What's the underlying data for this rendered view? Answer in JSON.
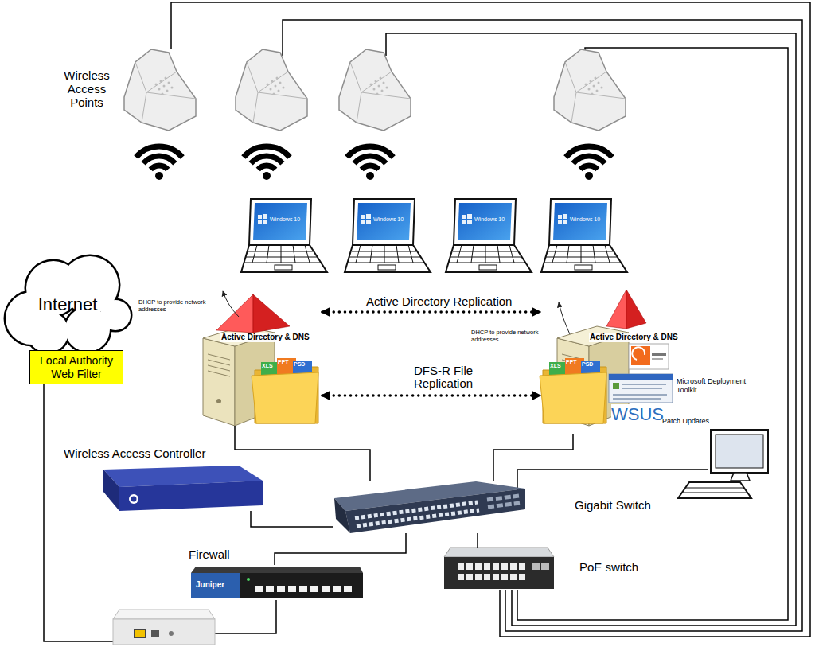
{
  "diagram": {
    "nodes": [
      {
        "text": [
          "Internet"
        ]
      },
      {
        "text": [
          "Local Authority Web Filter"
        ]
      },
      {
        "text": [
          "Active Directory & DNS"
        ]
      },
      {
        "text": [
          "Active Directory & DNS"
        ]
      },
      {
        "text": [
          "Wireless Access Controller"
        ]
      },
      {
        "text": [
          "Gigabit Switch"
        ]
      },
      {
        "text": [
          "Firewall"
        ]
      },
      {
        "text": [
          "PoE switch"
        ]
      }
    ],
    "edges": [
      {
        "from": 2,
        "to": 3,
        "arrow": "both",
        "label": "Active Directory Replication"
      },
      {
        "from": 2,
        "to": 3,
        "arrow": "both",
        "label": "DFS-R File Replication"
      },
      {
        "from": 2,
        "to": 5,
        "arrow": "none"
      },
      {
        "from": 3,
        "to": 5,
        "arrow": "none"
      },
      {
        "from": 4,
        "to": 5,
        "arrow": "none"
      },
      {
        "from": 5,
        "to": 6,
        "arrow": "none"
      },
      {
        "from": 7,
        "to": 5,
        "arrow": "none"
      }
    ],
    "labels": [
      "Wireless Access Points",
      "Windows 10",
      "Windows 10",
      "Windows 10",
      "Windows 10",
      "DHCP to provide network addresses",
      "DHCP to provide network addresses",
      "XLS",
      "PPT",
      "PSD",
      "XLS",
      "PPT",
      "PSD",
      "Microsoft Deployment Toolkit",
      "WSUS",
      "Patch Updates",
      "Juniper"
    ]
  }
}
